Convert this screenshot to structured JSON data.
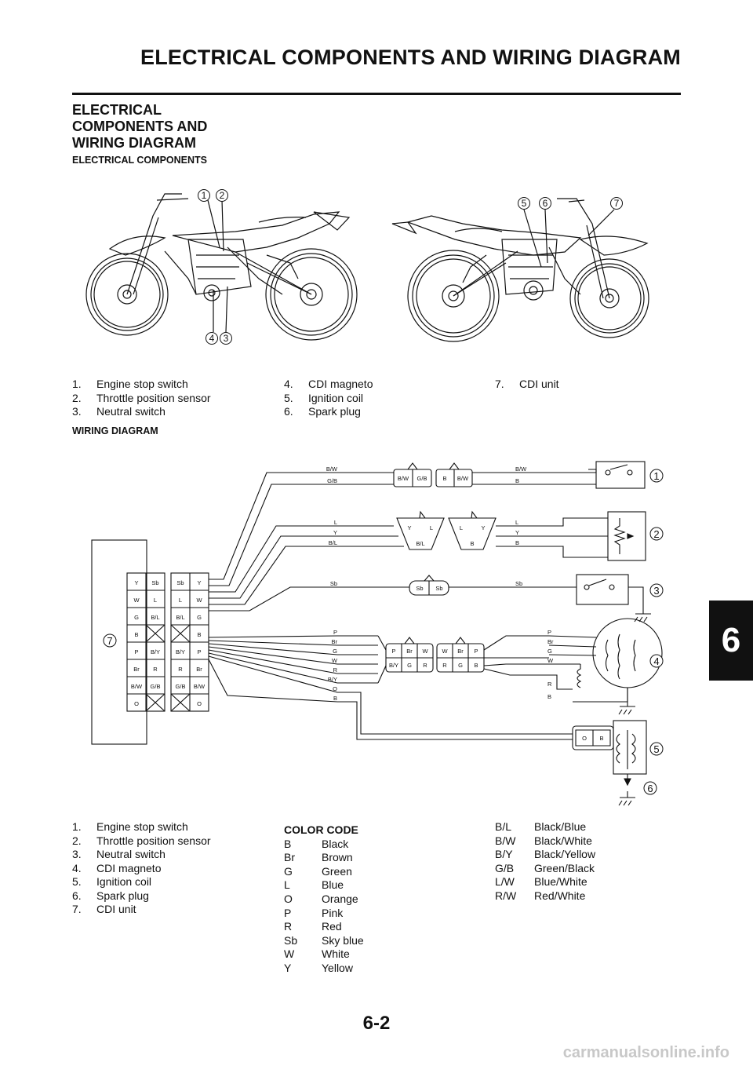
{
  "header": {
    "title": "ELECTRICAL COMPONENTS AND WIRING DIAGRAM"
  },
  "section": {
    "title_lines": [
      "ELECTRICAL",
      "COMPONENTS AND",
      "WIRING DIAGRAM"
    ],
    "subheading1": "ELECTRICAL COMPONENTS",
    "subheading2": "WIRING DIAGRAM"
  },
  "components_legend": {
    "col1": [
      {
        "n": "1.",
        "t": "Engine stop switch"
      },
      {
        "n": "2.",
        "t": "Throttle position sensor"
      },
      {
        "n": "3.",
        "t": "Neutral switch"
      }
    ],
    "col2": [
      {
        "n": "4.",
        "t": "CDI magneto"
      },
      {
        "n": "5.",
        "t": "Ignition coil"
      },
      {
        "n": "6.",
        "t": "Spark plug"
      }
    ],
    "col3": [
      {
        "n": "7.",
        "t": "CDI unit"
      }
    ]
  },
  "wiring_legend": [
    {
      "n": "1.",
      "t": "Engine stop switch"
    },
    {
      "n": "2.",
      "t": "Throttle position sensor"
    },
    {
      "n": "3.",
      "t": "Neutral switch"
    },
    {
      "n": "4.",
      "t": "CDI magneto"
    },
    {
      "n": "5.",
      "t": "Ignition coil"
    },
    {
      "n": "6.",
      "t": "Spark plug"
    },
    {
      "n": "7.",
      "t": "CDI unit"
    }
  ],
  "color_code": {
    "title": "COLOR CODE",
    "basic": [
      {
        "c": "B",
        "n": "Black"
      },
      {
        "c": "Br",
        "n": "Brown"
      },
      {
        "c": "G",
        "n": "Green"
      },
      {
        "c": "L",
        "n": "Blue"
      },
      {
        "c": "O",
        "n": "Orange"
      },
      {
        "c": "P",
        "n": "Pink"
      },
      {
        "c": "R",
        "n": "Red"
      },
      {
        "c": "Sb",
        "n": "Sky blue"
      },
      {
        "c": "W",
        "n": "White"
      },
      {
        "c": "Y",
        "n": "Yellow"
      }
    ],
    "combo": [
      {
        "c": "B/L",
        "n": "Black/Blue"
      },
      {
        "c": "B/W",
        "n": "Black/White"
      },
      {
        "c": "B/Y",
        "n": "Black/Yellow"
      },
      {
        "c": "G/B",
        "n": "Green/Black"
      },
      {
        "c": "L/W",
        "n": "Blue/White"
      },
      {
        "c": "R/W",
        "n": "Red/White"
      }
    ]
  },
  "bike_callouts": {
    "left_top": [
      "1",
      "2"
    ],
    "left_bottom": [
      "4",
      "3"
    ],
    "right_top": [
      "5",
      "6",
      "7"
    ]
  },
  "diagram": {
    "callouts": [
      "1",
      "2",
      "3",
      "4",
      "5",
      "6",
      "7"
    ],
    "cdi_left_pins": [
      [
        "Y",
        "Sb"
      ],
      [
        "W",
        "L"
      ],
      [
        "G",
        "B/L"
      ],
      [
        "B",
        ""
      ],
      [
        "P",
        "B/Y"
      ],
      [
        "Br",
        "R"
      ],
      [
        "B/W",
        "G/B"
      ],
      [
        "O",
        ""
      ]
    ],
    "cdi_right_pins": [
      [
        "Sb",
        "Y"
      ],
      [
        "L",
        "W"
      ],
      [
        "B/L",
        "G"
      ],
      [
        "",
        "B"
      ],
      [
        "B/Y",
        "P"
      ],
      [
        "R",
        "Br"
      ],
      [
        "G/B",
        "B/W"
      ],
      [
        "",
        "O"
      ]
    ],
    "wire_labels_left": [
      "B/W",
      "G/B",
      "L",
      "Y",
      "B/L",
      "Sb",
      "P",
      "Br",
      "G",
      "W",
      "R",
      "B/Y",
      "O",
      "B"
    ],
    "wire_labels_right": [
      "B/W",
      "B",
      "L",
      "Y",
      "B",
      "Sb",
      "P",
      "Br",
      "G",
      "W",
      "R",
      "B"
    ],
    "conn1": {
      "a": [
        "B/W",
        "G/B"
      ],
      "b": [
        "B",
        "B/W"
      ]
    },
    "conn2": {
      "a": [
        "Y",
        "L",
        "B/L"
      ],
      "b": [
        "L",
        "Y",
        "B"
      ]
    },
    "conn3": {
      "a": "Sb",
      "b": "Sb"
    },
    "conn4": {
      "a_top": [
        "P",
        "Br",
        "W"
      ],
      "a_bot": [
        "B/Y",
        "G",
        "R"
      ],
      "b_top": [
        "W",
        "Br",
        "P"
      ],
      "b_bot": [
        "R",
        "G",
        "B"
      ]
    },
    "conn5": [
      "O",
      "B"
    ]
  },
  "tab": "6",
  "page_number": "6-2",
  "watermark": "carmanualsonline.info"
}
